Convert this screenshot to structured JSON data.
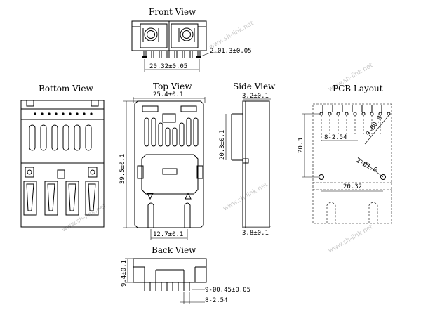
{
  "views": {
    "front": {
      "title": "Front View",
      "dims": {
        "holes": "2-Ø1.3±0.05",
        "width": "20.32±0.05"
      }
    },
    "bottom": {
      "title": "Bottom View"
    },
    "top": {
      "title": "Top View",
      "dims": {
        "width": "25.4±0.1",
        "height": "39.5±0.1",
        "pitch": "12.7±0.1"
      }
    },
    "side": {
      "title": "Side View",
      "dims": {
        "top": "3.2±0.1",
        "height": "20.3±0.1",
        "bottom": "3.8±0.1"
      }
    },
    "pcb": {
      "title": "PCB Layout",
      "dims": {
        "height": "20.3",
        "pitch": "8-2.54",
        "small_holes": "9-Ø0.8",
        "big_holes": "2-Ø1.6",
        "width": "20.32"
      }
    },
    "back": {
      "title": "Back View",
      "dims": {
        "height": "9.4±0.1",
        "pins": "9-Ø0.45±0.05",
        "pitch": "8-2.54"
      }
    }
  },
  "watermark": "www.sh-link.net"
}
